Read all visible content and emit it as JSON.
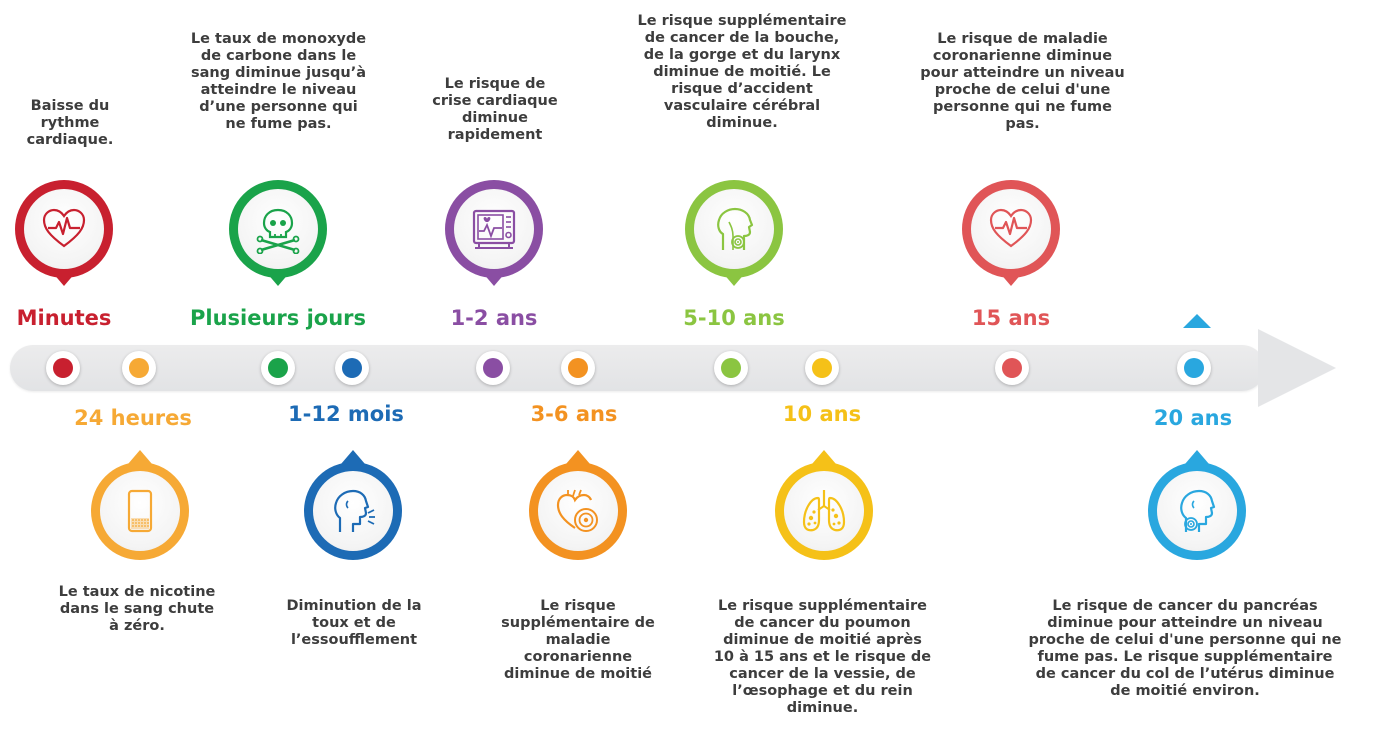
{
  "colors": {
    "red": "#c8202f",
    "orange": "#f6a935",
    "green": "#1aa34a",
    "blue": "#1d6bb5",
    "purple": "#8a4ea3",
    "amber": "#f39221",
    "lime": "#8bc541",
    "yellow": "#f5c118",
    "coral": "#e05557",
    "sky": "#29a7df",
    "track": "#e6e7e8",
    "text": "#3d3d3d"
  },
  "timeline": {
    "above": [
      {
        "label": "Minutes",
        "color": "#c8202f",
        "icon": "heart-pulse-icon",
        "description": [
          "Baisse du",
          "rythme",
          "cardiaque."
        ]
      },
      {
        "label": "Plusieurs jours",
        "color": "#1aa34a",
        "icon": "skull-crossbones-icon",
        "description": [
          "Le taux de monoxyde",
          "de carbone dans le",
          "sang diminue jusqu’à",
          "atteindre le niveau",
          "d’une personne qui",
          "ne fume pas."
        ]
      },
      {
        "label": "1-2 ans",
        "color": "#8a4ea3",
        "icon": "heart-monitor-icon",
        "description": [
          "Le risque de",
          "crise cardiaque",
          "diminue",
          "rapidement"
        ]
      },
      {
        "label": "5-10 ans",
        "color": "#8bc541",
        "icon": "throat-icon",
        "description": [
          "Le risque supplémentaire",
          "de cancer de la bouche,",
          "de la gorge et du larynx",
          "diminue de moitié. Le",
          "risque d’accident",
          "vasculaire cérébral",
          "diminue."
        ]
      },
      {
        "label": "15 ans",
        "color": "#e05557",
        "icon": "heart-pulse-icon",
        "description": [
          "Le risque de maladie",
          "coronarienne diminue",
          "pour atteindre un niveau",
          "proche de celui d'une",
          "personne qui ne fume",
          "pas."
        ]
      }
    ],
    "below": [
      {
        "label": "24 heures",
        "color": "#f6a935",
        "icon": "nicotine-patch-icon",
        "description": [
          "Le taux de nicotine",
          "dans le sang chute",
          "à zéro."
        ]
      },
      {
        "label": "1-12 mois",
        "color": "#1d6bb5",
        "icon": "cough-icon",
        "description": [
          "Diminution de la",
          "toux et de",
          "l’essoufflement"
        ]
      },
      {
        "label": "3-6 ans",
        "color": "#f39221",
        "icon": "heart-target-icon",
        "description": [
          "Le risque",
          "supplémentaire de",
          "maladie",
          "coronarienne",
          "diminue de moitié"
        ]
      },
      {
        "label": "10 ans",
        "color": "#f5c118",
        "icon": "lungs-icon",
        "description": [
          "Le risque supplémentaire",
          "de cancer du poumon",
          "diminue de moitié après",
          "10 à 15 ans et le risque de",
          "cancer de la vessie, de",
          "l’œsophage et du rein",
          "diminue."
        ]
      },
      {
        "label": "20 ans",
        "color": "#29a7df",
        "icon": "head-target-icon",
        "description": [
          "Le risque de cancer du pancréas",
          "diminue pour atteindre un niveau",
          "proche de celui d'une personne qui ne",
          "fume pas. Le risque supplémentaire",
          "de cancer du col de l’utérus diminue",
          "de moitié environ."
        ]
      }
    ]
  }
}
